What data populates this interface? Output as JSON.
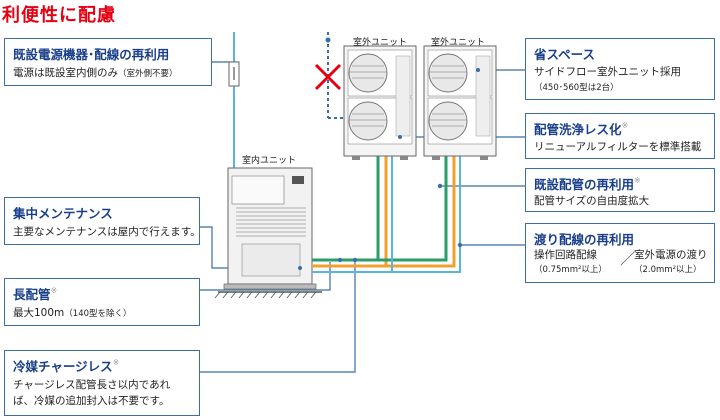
{
  "title": "利便性に配慮",
  "labels": {
    "outdoor_unit_1": "室外ユニット",
    "outdoor_unit_2": "室外ユニット",
    "indoor_unit": "室内ユニット"
  },
  "features": {
    "existing_power": {
      "title": "既設電源機器･配線の再利用",
      "desc_main": "電源は既設室内側のみ",
      "desc_note": "（室外側不要）"
    },
    "space_saving": {
      "title": "省スペース",
      "desc": "サイドフロー室外ユニット採用",
      "note": "（450･560型は2台）"
    },
    "pipe_cleaning": {
      "title": "配管洗浄レス化",
      "mark": "※",
      "desc": "リニューアルフィルターを標準搭載"
    },
    "existing_pipe": {
      "title": "既設配管の再利用",
      "mark": "※",
      "desc": "配管サイズの自由度拡大"
    },
    "central_maintenance": {
      "title": "集中メンテナンス",
      "desc": "主要なメンテナンスは屋内で行えます。"
    },
    "crossover_wiring": {
      "title": "渡り配線の再利用",
      "desc1_line1": "操作回路配線",
      "desc1_line2": "（0.75mm²以上）",
      "slash": "／",
      "desc2_line1": "室外電源の渡り",
      "desc2_line2": "（2.0mm²以上）"
    },
    "long_piping": {
      "title": "長配管",
      "mark": "※",
      "desc_main": "最大100m",
      "desc_note": "（140型を除く）"
    },
    "refrigerant_charge_less": {
      "title": "冷媒チャージレス",
      "mark": "※",
      "desc_line1": "チャージレス配管長さ以内であれ",
      "desc_line2": "ば、冷媒の追加封入は不要です。"
    }
  },
  "colors": {
    "title_red": "#e60012",
    "heading_blue": "#1a3f8a",
    "box_border": "#3a6ea5",
    "pipe_green": "#2a9d68",
    "pipe_orange": "#f0a030",
    "wire_lightblue": "#5ab4e0",
    "leader_blue": "#3a6ea5",
    "cross_red": "#e60012"
  }
}
